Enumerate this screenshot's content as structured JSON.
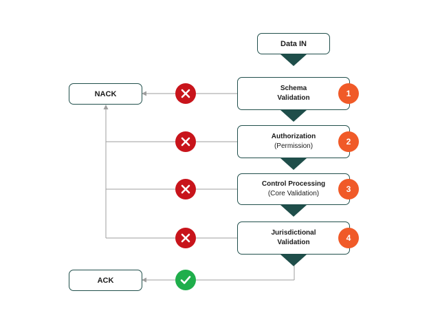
{
  "colors": {
    "box_border": "#1f4e4a",
    "arrow_fill": "#1f4e4a",
    "line": "#9e9e9e",
    "step_badge": "#f05a28",
    "reject": "#c8141b",
    "accept": "#1fae4b"
  },
  "nodes": {
    "data_in": "Data IN",
    "nack": "NACK",
    "ack": "ACK"
  },
  "steps": [
    {
      "number": "1",
      "title": "Schema",
      "subtitle": "Validation",
      "subtitle_bold": true
    },
    {
      "number": "2",
      "title": "Authorization",
      "subtitle": "(Permission)",
      "subtitle_bold": false
    },
    {
      "number": "3",
      "title": "Control Processing",
      "subtitle": "(Core Validation)",
      "subtitle_bold": false
    },
    {
      "number": "4",
      "title": "Jurisdictional",
      "subtitle": "Validation",
      "subtitle_bold": true
    }
  ],
  "icons": {
    "reject": "x-circle-icon",
    "accept": "check-circle-icon"
  }
}
